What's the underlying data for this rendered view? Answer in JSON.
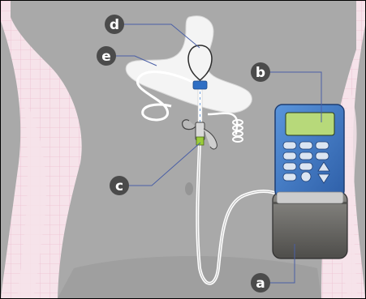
{
  "figure": {
    "background_color": "#f6e3ea",
    "grid_color": "#eebfd0",
    "body_color": "#a9a9a9",
    "body_dark_color": "#959595",
    "stomach_color": "#f4f4f4",
    "tube_color": "#ffffff",
    "callout_color": "#4b4b4b",
    "leader_color": "#4a5fa6"
  },
  "labels": {
    "a": "a",
    "b": "b",
    "c": "c",
    "d": "d",
    "e": "e"
  },
  "device": {
    "body_color": "#3f79c7",
    "screen_color": "#b7d97a",
    "reservoir_color": "#6c6b68"
  }
}
